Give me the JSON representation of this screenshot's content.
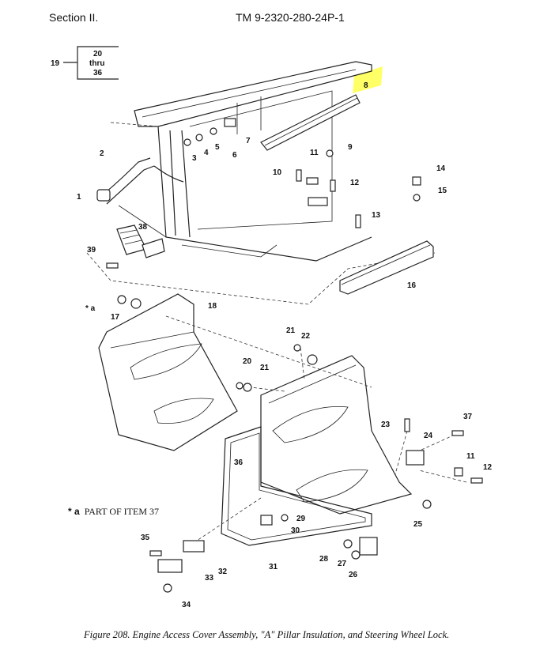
{
  "header": {
    "section": "Section II.",
    "tm_number": "TM 9-2320-280-24P-1"
  },
  "bracket": {
    "callout": "19",
    "line1": "20",
    "line2": "thru",
    "line3": "36"
  },
  "callouts": [
    "1",
    "2",
    "3",
    "4",
    "5",
    "6",
    "7",
    "8",
    "9",
    "10",
    "11",
    "12",
    "13",
    "14",
    "15",
    "16",
    "17",
    "18",
    "21",
    "22",
    "20",
    "21",
    "23",
    "24",
    "37",
    "36",
    "11",
    "12",
    "25",
    "29",
    "30",
    "35",
    "32",
    "33",
    "34",
    "31",
    "28",
    "27",
    "26",
    "39",
    "38"
  ],
  "note": {
    "marker": "* a",
    "text": "PART OF ITEM 37"
  },
  "star_a": "* a",
  "caption": "Figure 208.  Engine Access Cover Assembly, \"A\" Pillar Insulation, and Steering Wheel Lock.",
  "colors": {
    "highlight": "#ffff66",
    "ink": "#222222"
  }
}
